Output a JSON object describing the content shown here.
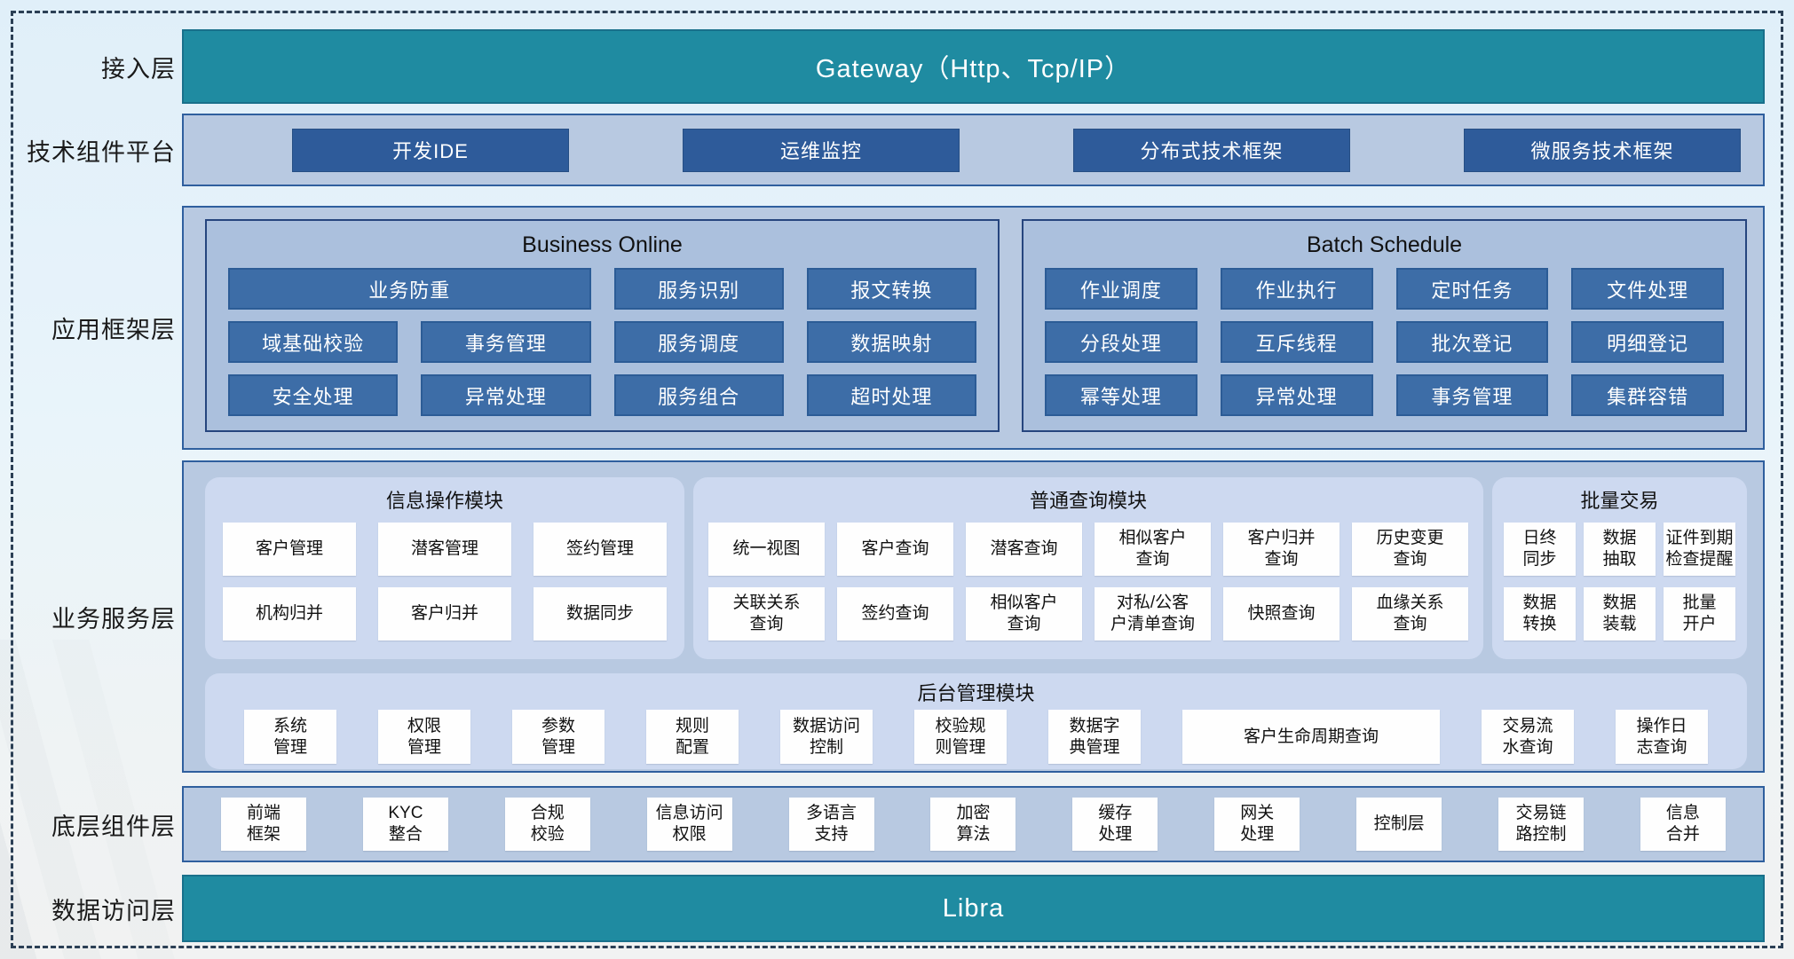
{
  "layers": {
    "access": {
      "label": "接入层",
      "text": "Gateway（Http、Tcp/IP）"
    },
    "tech": {
      "label": "技术组件平台",
      "buttons": [
        "开发IDE",
        "运维监控",
        "分布式技术框架",
        "微服务技术框架"
      ]
    },
    "app": {
      "label": "应用框架层",
      "business_online": {
        "title": "Business Online",
        "buttons": [
          {
            "label": "业务防重",
            "span": 2
          },
          "服务识别",
          "报文转换",
          "域基础校验",
          "事务管理",
          "服务调度",
          "数据映射",
          "安全处理",
          "异常处理",
          "服务组合",
          "超时处理"
        ]
      },
      "batch_schedule": {
        "title": "Batch Schedule",
        "buttons": [
          "作业调度",
          "作业执行",
          "定时任务",
          "文件处理",
          "分段处理",
          "互斥线程",
          "批次登记",
          "明细登记",
          "幂等处理",
          "异常处理",
          "事务管理",
          "集群容错"
        ]
      }
    },
    "biz": {
      "label": "业务服务层",
      "info_ops": {
        "title": "信息操作模块",
        "buttons": [
          "客户管理",
          "潜客管理",
          "签约管理",
          "机构归并",
          "客户归并",
          "数据同步"
        ]
      },
      "query": {
        "title": "普通查询模块",
        "buttons": [
          "统一视图",
          "客户查询",
          "潜客查询",
          "相似客户\n查询",
          "客户归并\n查询",
          "历史变更\n查询",
          "关联关系\n查询",
          "签约查询",
          "相似客户\n查询",
          "对私/公客\n户清单查询",
          "快照查询",
          "血缘关系\n查询"
        ]
      },
      "batch_trade": {
        "title": "批量交易",
        "buttons": [
          "日终\n同步",
          "数据\n抽取",
          "证件到期\n检查提醒",
          "数据\n转换",
          "数据\n装载",
          "批量\n开户"
        ]
      },
      "admin": {
        "title": "后台管理模块",
        "buttons": [
          "系统\n管理",
          "权限\n管理",
          "参数\n管理",
          "规则\n配置",
          "数据访问\n控制",
          "校验规\n则管理",
          "数据字\n典管理",
          {
            "label": "客户生命周期查询",
            "wide": true
          },
          "交易流\n水查询",
          "操作日\n志查询"
        ]
      }
    },
    "base": {
      "label": "底层组件层",
      "buttons": [
        "前端\n框架",
        "KYC\n整合",
        "合规\n校验",
        "信息访问\n权限",
        "多语言\n支持",
        "加密\n算法",
        "缓存\n处理",
        "网关\n处理",
        "控制层",
        "交易链\n路控制",
        "信息\n合并"
      ]
    },
    "data_access": {
      "label": "数据访问层",
      "text": "Libra"
    }
  },
  "colors": {
    "teal": "#1f8ba1",
    "container_blue": "#b8c9e1",
    "container_border": "#2f5f9e",
    "dark_button": "#2e5b9a",
    "steel_button": "#3d6da7",
    "inner_panel": "#abc0dd",
    "soft_panel": "#cdd9f0",
    "white_button": "#fefefe"
  }
}
